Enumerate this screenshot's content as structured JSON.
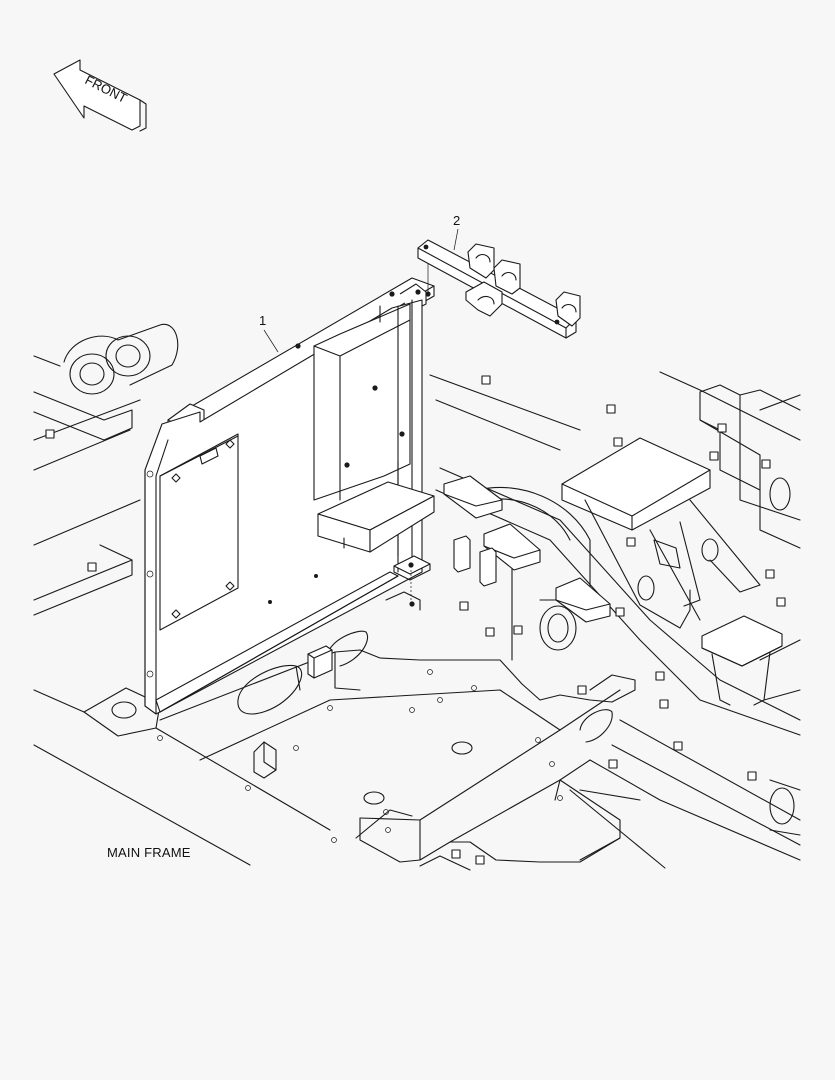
{
  "front_arrow": {
    "label": "FRONT"
  },
  "callouts": [
    {
      "number": "1"
    },
    {
      "number": "2"
    }
  ],
  "caption": "MAIN FRAME"
}
